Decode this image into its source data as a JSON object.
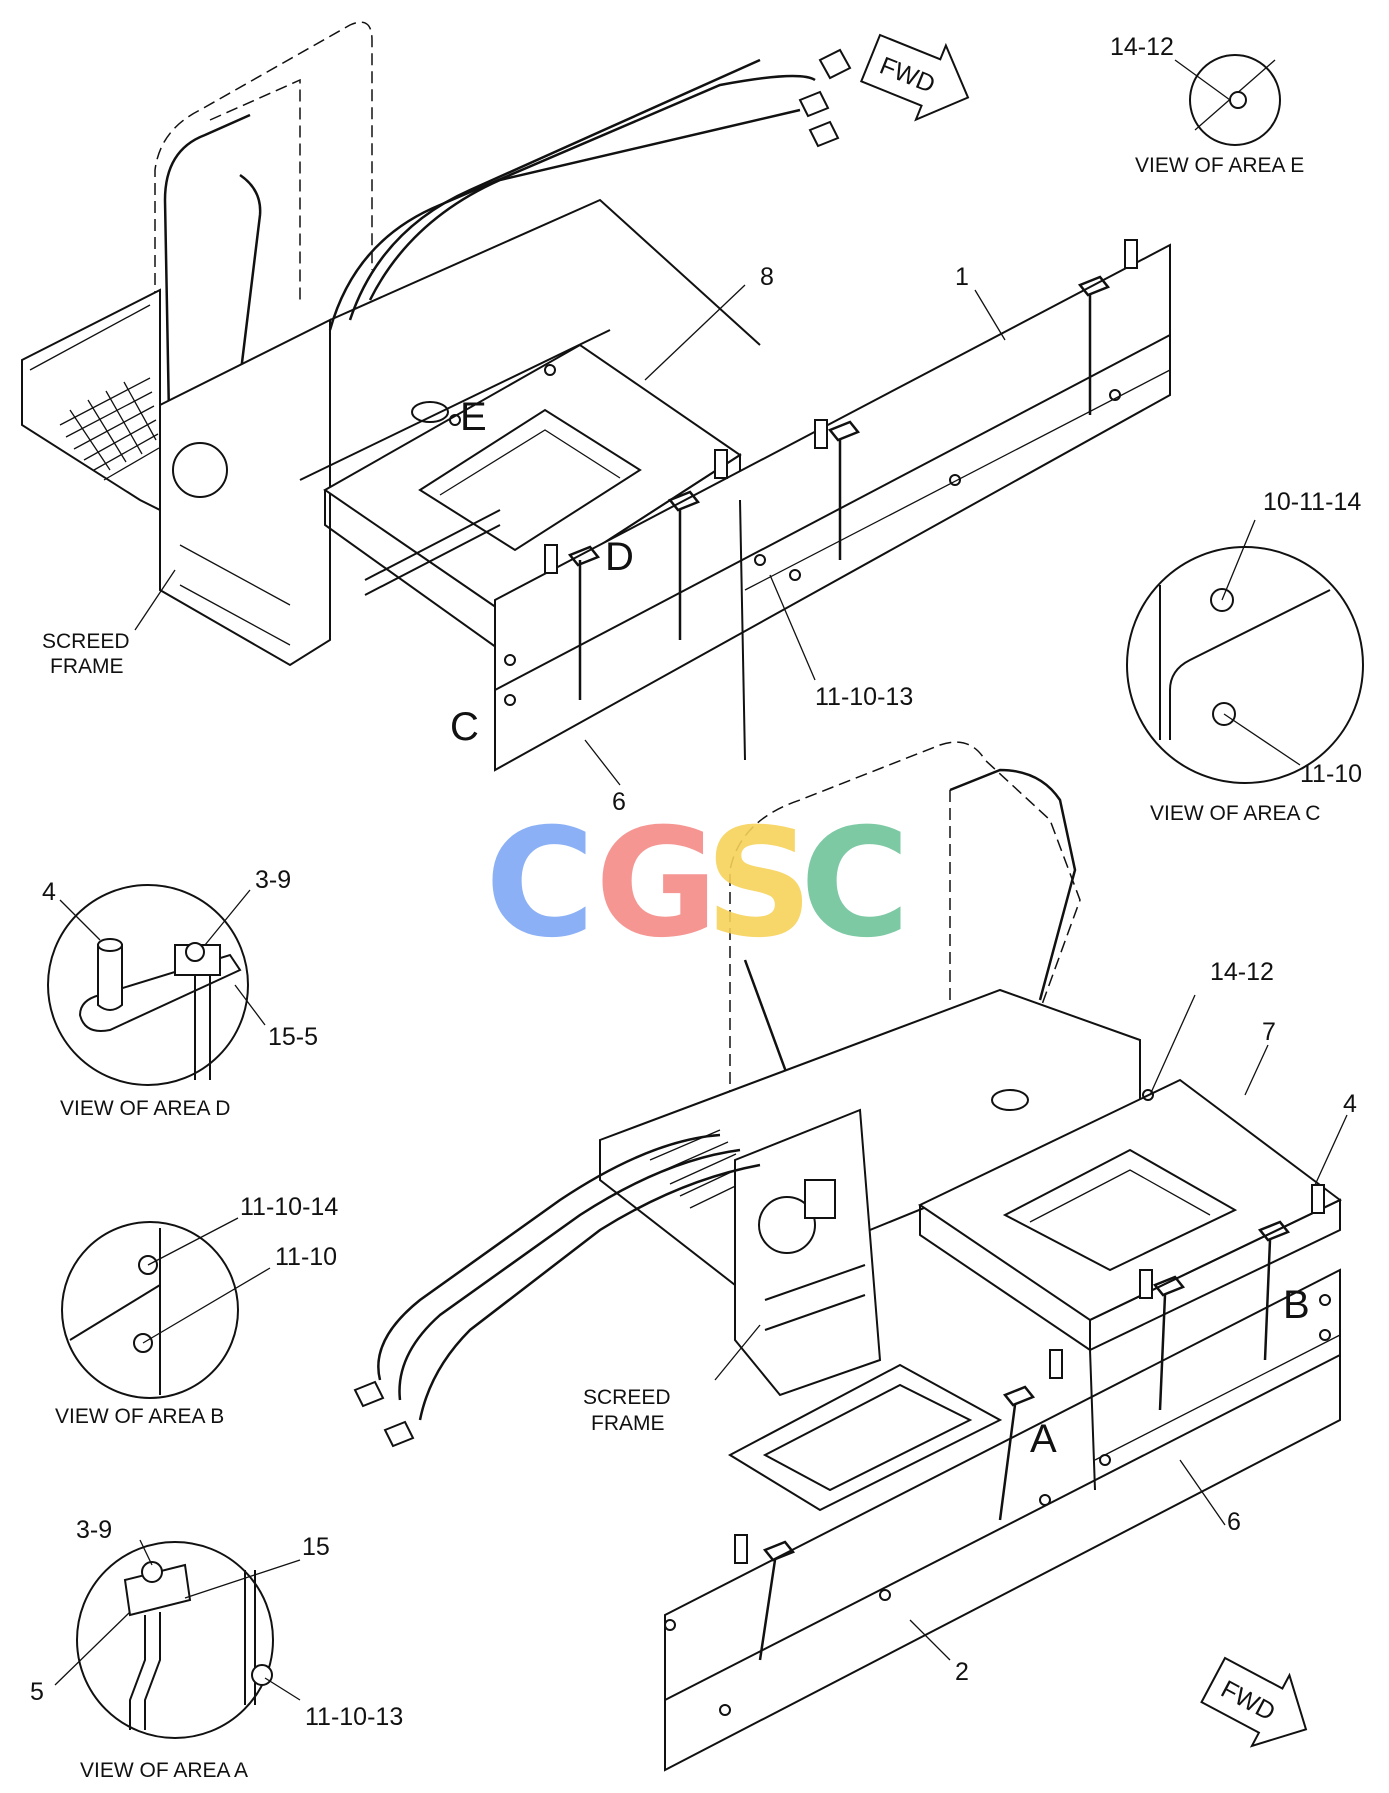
{
  "callouts": {
    "top_14_12": "14-12",
    "top_8": "8",
    "top_1": "1",
    "top_11_10_13": "11-10-13",
    "top_6": "6",
    "c_10_11_14": "10-11-14",
    "c_11_10": "11-10",
    "d_4": "4",
    "d_3_9": "3-9",
    "d_15_5": "15-5",
    "b_11_10_14": "11-10-14",
    "b_11_10": "11-10",
    "a_3_9": "3-9",
    "a_15": "15",
    "a_5": "5",
    "a_11_10_13": "11-10-13",
    "bot_14_12": "14-12",
    "bot_7": "7",
    "bot_4": "4",
    "bot_6": "6",
    "bot_2": "2"
  },
  "area_letters": {
    "top_E": "E",
    "top_D": "D",
    "top_C": "C",
    "bot_B": "B",
    "bot_A": "A"
  },
  "view_labels": {
    "area_e": "VIEW OF AREA  E",
    "area_c": "VIEW OF AREA  C",
    "area_d": "VIEW OF AREA  D",
    "area_b": "VIEW OF AREA  B",
    "area_a": "VIEW OF AREA  A"
  },
  "frame_labels": {
    "top_line1": "SCREED",
    "top_line2": "FRAME",
    "bot_line1": "SCREED",
    "bot_line2": "FRAME"
  },
  "direction_markers": {
    "top": "FWD",
    "bottom": "FWD"
  },
  "watermark": {
    "letters": [
      "C",
      "G",
      "S",
      "C"
    ],
    "colors": [
      "#7fa8f5",
      "#f48b87",
      "#f7d25a",
      "#6fc49a"
    ]
  }
}
